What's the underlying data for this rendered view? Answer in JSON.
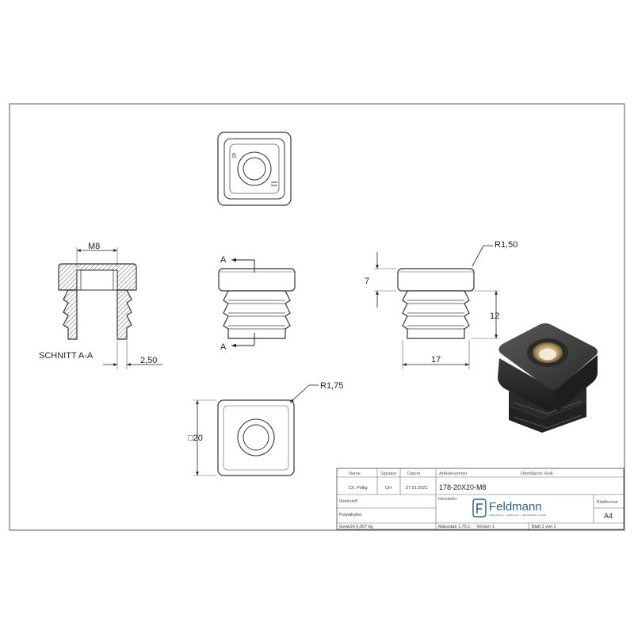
{
  "views": {
    "section_label": "SCHNITT A-A",
    "section_marker": "A",
    "dims": {
      "thread": "M8",
      "wall": "2,50",
      "radius_top": "R1,50",
      "height_head": "7",
      "height_ribs": "12",
      "width": "17",
      "radius_bottom": "R1,75",
      "square": "□20"
    }
  },
  "title_block": {
    "headers": {
      "name": "Name",
      "signature": "Signatur",
      "date": "Datum",
      "article": "Artikelnummer",
      "surface": "Oberfläche:  RoA",
      "material_label": "Werkstoff",
      "manufacturer": "Hersteller",
      "sheet_format_label": "Blattformat"
    },
    "drawer_name": "Ch. Pollig",
    "drawer_sign": "CH",
    "date": "27.01.2021",
    "article_number": "178-20X20-M8",
    "material": "Polyethylen",
    "weight": "Gewicht 0,007 kg",
    "scale": "Massstab 1.75:1",
    "version": "Version 1",
    "sheet": "Blatt 1 von 1",
    "sheet_format": "A4",
    "logo": {
      "name": "Feldmann",
      "tagline": "EDELSTAHL · HANDLAUF · GELÄNDERSYSTEME"
    }
  }
}
